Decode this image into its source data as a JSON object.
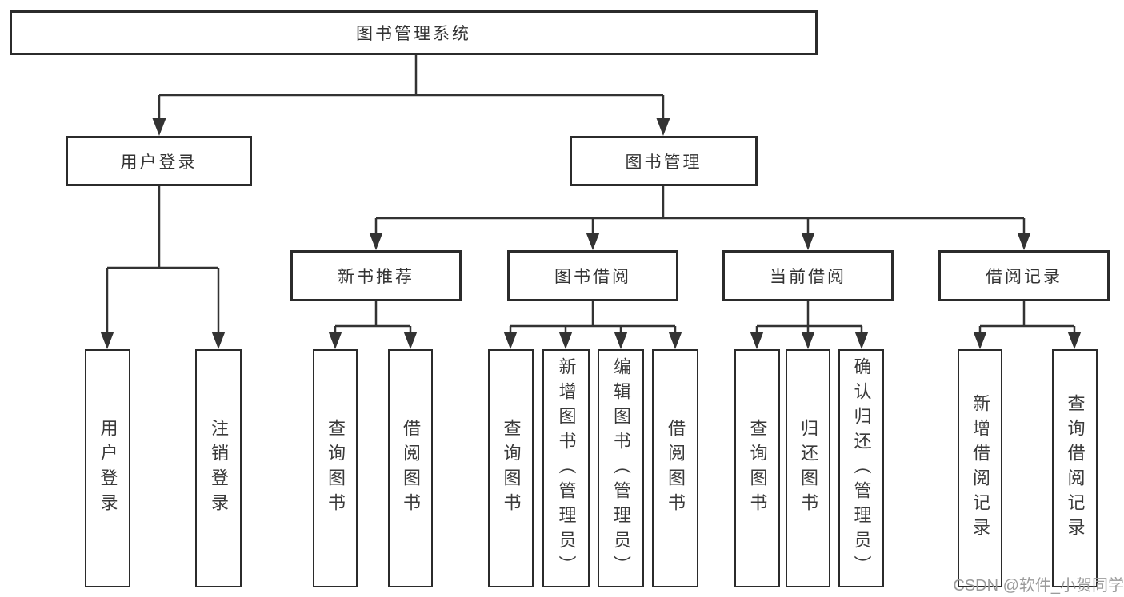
{
  "diagram": {
    "root": {
      "label": "图书管理系统"
    },
    "user_login": {
      "label": "用户登录",
      "children": [
        {
          "label": "用户登录"
        },
        {
          "label": "注销登录"
        }
      ]
    },
    "book_mgmt": {
      "label": "图书管理"
    },
    "new_book_rec": {
      "label": "新书推荐",
      "children": [
        {
          "label": "查询图书"
        },
        {
          "label": "借阅图书"
        }
      ]
    },
    "book_borrow": {
      "label": "图书借阅",
      "children": [
        {
          "label": "查询图书"
        },
        {
          "label": "新增图书（管理员）"
        },
        {
          "label": "编辑图书（管理员）"
        },
        {
          "label": "借阅图书"
        }
      ]
    },
    "current_borrow": {
      "label": "当前借阅",
      "children": [
        {
          "label": "查询图书"
        },
        {
          "label": "归还图书"
        },
        {
          "label": "确认归还（管理员）"
        }
      ]
    },
    "borrow_records": {
      "label": "借阅记录",
      "children": [
        {
          "label": "新增借阅记录"
        },
        {
          "label": "查询借阅记录"
        }
      ]
    }
  },
  "watermark": {
    "text": "CSDN @软件_小贺同学"
  },
  "colors": {
    "line": "#333333",
    "border": "#2b2b2b",
    "text": "#333333",
    "watermark": "#9b9b9b",
    "background": "#ffffff"
  }
}
